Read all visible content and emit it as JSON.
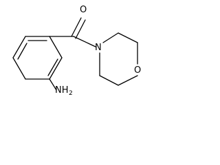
{
  "molecule": {
    "atoms": {
      "carbonyl_oxygen": "O",
      "ring_nitrogen": "N",
      "ring_oxygen": "O",
      "amine_symbol": "NH",
      "amine_subscript": "2"
    }
  }
}
